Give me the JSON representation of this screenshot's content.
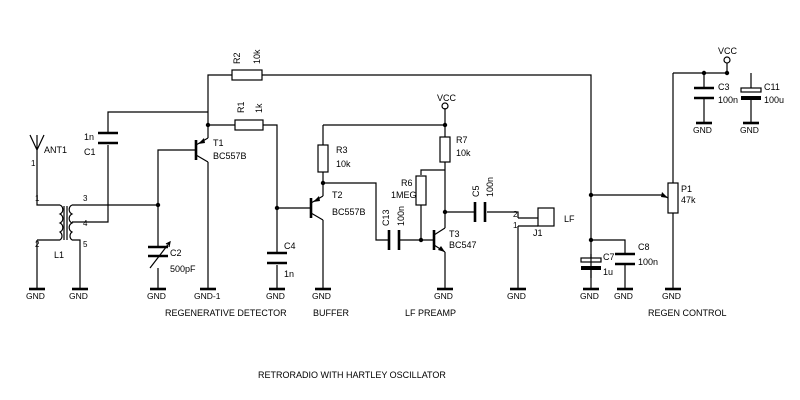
{
  "title": "RETRORADIO WITH HARTLEY OSCILLATOR",
  "sections": {
    "regen_detector": "REGENERATIVE DETECTOR",
    "buffer": "BUFFER",
    "lf_preamp": "LF PREAMP",
    "regen_control": "REGEN CONTROL"
  },
  "power": {
    "vcc": "VCC",
    "gnd": "GND",
    "gnd1": "GND-1"
  },
  "components": {
    "ant1": {
      "ref": "ANT1",
      "pin": "1"
    },
    "l1": {
      "ref": "L1",
      "pins": [
        "1",
        "2",
        "3",
        "4",
        "5"
      ]
    },
    "c1": {
      "ref": "C1",
      "value": "1n"
    },
    "c2": {
      "ref": "C2",
      "value": "500pF"
    },
    "r1": {
      "ref": "R1",
      "value": "1k"
    },
    "r2": {
      "ref": "R2",
      "value": "10k"
    },
    "t1": {
      "ref": "T1",
      "value": "BC557B"
    },
    "c4": {
      "ref": "C4",
      "value": "1n"
    },
    "r3": {
      "ref": "R3",
      "value": "10k"
    },
    "t2": {
      "ref": "T2",
      "value": "BC557B"
    },
    "c13": {
      "ref": "C13",
      "value": "100n"
    },
    "r6": {
      "ref": "R6",
      "value": "1MEG"
    },
    "r7": {
      "ref": "R7",
      "value": "10k"
    },
    "t3": {
      "ref": "T3",
      "value": "BC547"
    },
    "c5": {
      "ref": "C5",
      "value": "100n"
    },
    "j1": {
      "ref": "J1",
      "value": "LF",
      "pins": [
        "2",
        "1"
      ]
    },
    "c7": {
      "ref": "C7",
      "value": "1u"
    },
    "c8": {
      "ref": "C8",
      "value": "100n"
    },
    "p1": {
      "ref": "P1",
      "value": "47k"
    },
    "c3": {
      "ref": "C3",
      "value": "100n"
    },
    "c11": {
      "ref": "C11",
      "value": "100u"
    }
  }
}
